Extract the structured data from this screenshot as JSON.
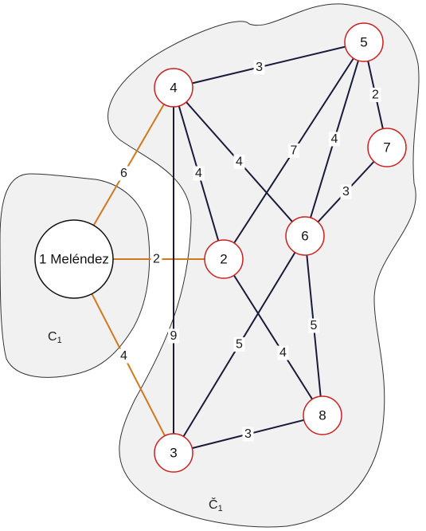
{
  "colors": {
    "edge_default": "#1a1a3a",
    "edge_highlight": "#d2781e",
    "node_stroke": "#cc1f1f",
    "source_node_stroke": "#111111",
    "region_fill": "#f1f1f1"
  },
  "regions": [
    {
      "id": "C1",
      "main": "C",
      "sub": "1"
    },
    {
      "id": "C1bar",
      "main": "Č",
      "sub": "1"
    }
  ],
  "nodes": [
    {
      "id": "1",
      "label": "1 Meléndez",
      "source": true
    },
    {
      "id": "2",
      "label": "2"
    },
    {
      "id": "3",
      "label": "3"
    },
    {
      "id": "4",
      "label": "4"
    },
    {
      "id": "5",
      "label": "5"
    },
    {
      "id": "6",
      "label": "6"
    },
    {
      "id": "7",
      "label": "7"
    },
    {
      "id": "8",
      "label": "8"
    }
  ],
  "edges": [
    {
      "from": "1",
      "to": "4",
      "weight": "6",
      "highlight": true
    },
    {
      "from": "1",
      "to": "2",
      "weight": "2",
      "highlight": true
    },
    {
      "from": "1",
      "to": "3",
      "weight": "4",
      "highlight": true
    },
    {
      "from": "4",
      "to": "5",
      "weight": "3",
      "highlight": false
    },
    {
      "from": "4",
      "to": "2",
      "weight": "4",
      "highlight": false
    },
    {
      "from": "4",
      "to": "6",
      "weight": "4",
      "highlight": false
    },
    {
      "from": "4",
      "to": "3",
      "weight": "9",
      "highlight": false
    },
    {
      "from": "5",
      "to": "7",
      "weight": "2",
      "highlight": false
    },
    {
      "from": "5",
      "to": "2",
      "weight": "7",
      "highlight": false
    },
    {
      "from": "5",
      "to": "6",
      "weight": "4",
      "highlight": false
    },
    {
      "from": "7",
      "to": "6",
      "weight": "3",
      "highlight": false
    },
    {
      "from": "6",
      "to": "3",
      "weight": "5",
      "highlight": false
    },
    {
      "from": "6",
      "to": "8",
      "weight": "5",
      "highlight": false
    },
    {
      "from": "2",
      "to": "8",
      "weight": "4",
      "highlight": false
    },
    {
      "from": "3",
      "to": "8",
      "weight": "3",
      "highlight": false
    }
  ]
}
